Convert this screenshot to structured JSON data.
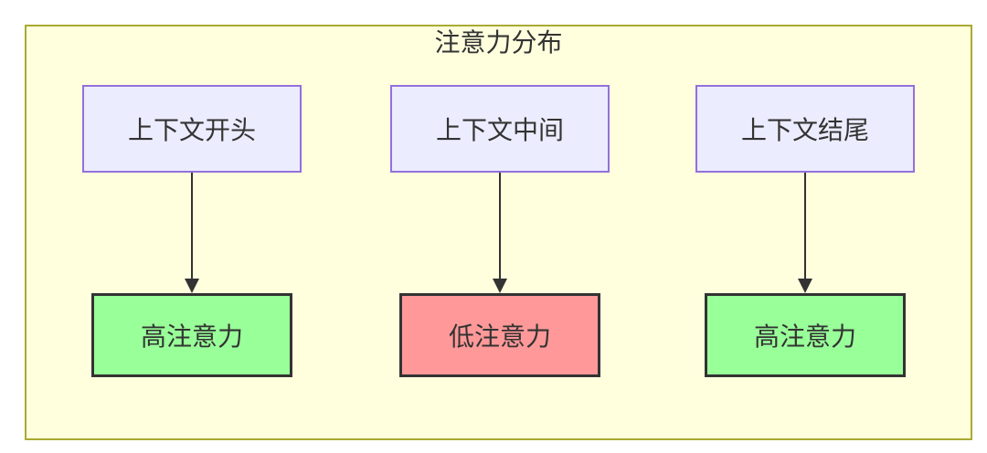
{
  "diagram": {
    "type": "flowchart",
    "title": "注意力分布",
    "columns": [
      {
        "source": "上下文开头",
        "target": "高注意力",
        "attention": "high"
      },
      {
        "source": "上下文中间",
        "target": "低注意力",
        "attention": "low"
      },
      {
        "source": "上下文结尾",
        "target": "高注意力",
        "attention": "high"
      }
    ],
    "colors": {
      "cluster_fill": "#ffffde",
      "cluster_border": "#aaaa33",
      "source_node_fill": "#ececff",
      "source_node_border": "#9370db",
      "high_attention_fill": "#99ff99",
      "low_attention_fill": "#ff9999",
      "target_node_border": "#333333",
      "edge": "#333333",
      "text": "#333333"
    }
  }
}
